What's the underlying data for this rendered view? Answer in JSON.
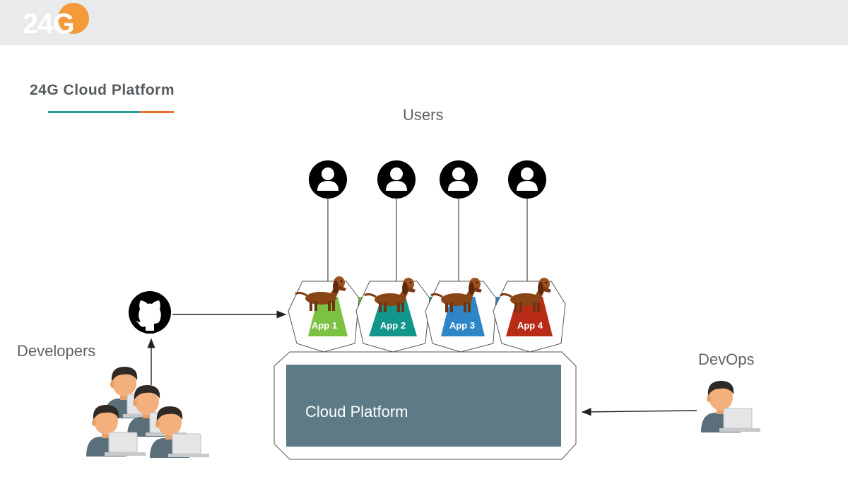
{
  "header": {
    "logo_text": "24G"
  },
  "page": {
    "title": "24G Cloud Platform"
  },
  "diagram": {
    "users_label": "Users",
    "developers_label": "Developers",
    "devops_label": "DevOps",
    "platform_label": "Cloud Platform",
    "apps": [
      {
        "label": "App 1",
        "color": "#7cc242"
      },
      {
        "label": "App 2",
        "color": "#12958a"
      },
      {
        "label": "App 3",
        "color": "#2f86c7"
      },
      {
        "label": "App 4",
        "color": "#b72b17"
      }
    ],
    "colors": {
      "platform": "#5c7b87",
      "icon_dark": "#000000",
      "skin": "#f4b07c",
      "hair": "#2f2a26",
      "shirt": "#5a6f7a",
      "laptop": "#d9dadb"
    },
    "icons": [
      "user-icon",
      "github-icon",
      "developer-icon",
      "devops-icon",
      "dog-mascot-icon"
    ]
  }
}
